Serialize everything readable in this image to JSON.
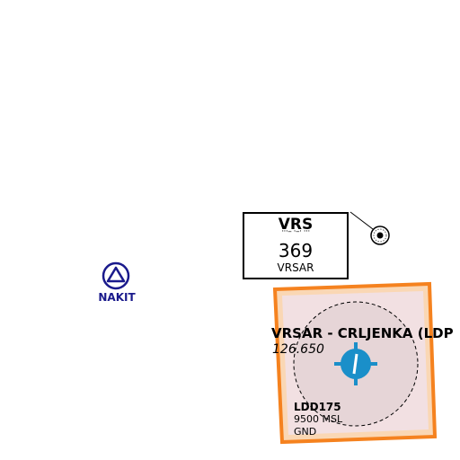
{
  "ndb": {
    "ident": "VRS",
    "morse": "···– ·–· ···",
    "frequency": "369",
    "name": "VRSAR"
  },
  "waypoint": {
    "name": "NAKIT"
  },
  "airport": {
    "name": "VRSAR - CRLJENKA (LDP",
    "frequency": "126.650"
  },
  "airspace": {
    "id": "LDD175",
    "upper_limit": "9500 MSL",
    "lower_limit": "GND"
  },
  "colors": {
    "airspace_border": "#f5821f",
    "airspace_fill": "#fad7b4",
    "airport_zone_fill": "#f2e0e2",
    "airport_symbol": "#1a8fc9",
    "waypoint": "#1a1a8c"
  },
  "icons": [
    "ndb-icon",
    "waypoint-triangle-icon",
    "airport-icon"
  ]
}
